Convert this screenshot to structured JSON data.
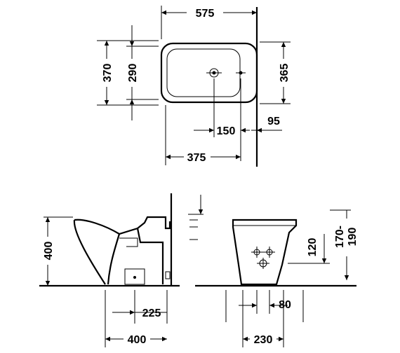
{
  "top_view": {
    "width_total": "575",
    "depth_left_outer": "370",
    "depth_left_inner": "290",
    "depth_right": "365",
    "tap_spacing": "150",
    "wall_offset": "95",
    "depth_to_tap": "375"
  },
  "side_view": {
    "height": "400",
    "drain_offset": "225",
    "length": "400"
  },
  "front_view": {
    "supply_height": "120",
    "range_top": "170-",
    "range_bottom": "190",
    "drain_width": "80",
    "base_width": "230"
  }
}
